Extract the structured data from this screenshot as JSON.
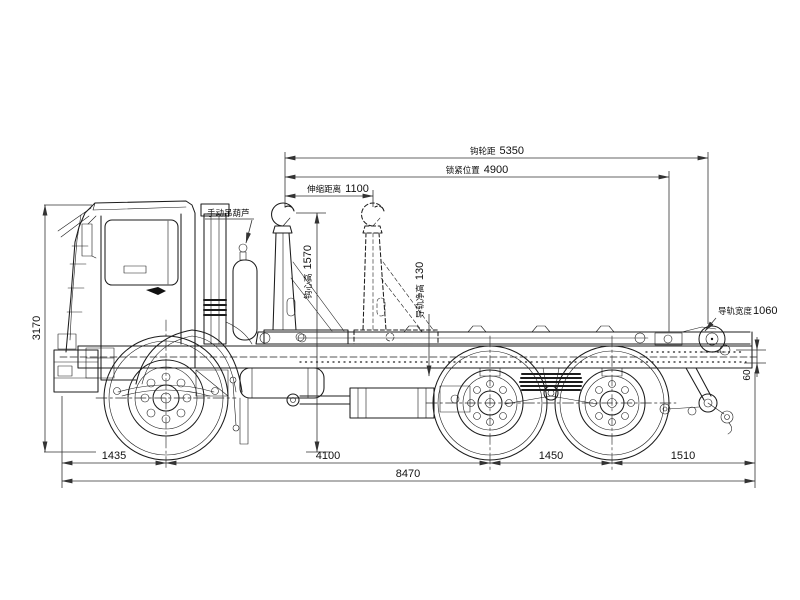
{
  "colors": {
    "line": "#1c1c1c",
    "dimension": "#333333",
    "background": "#ffffff"
  },
  "dims": {
    "hook_roller_distance": {
      "label": "钩轮距",
      "value": "5350"
    },
    "lock_position": {
      "label": "锁紧位置",
      "value": "4900"
    },
    "telescope_distance": {
      "label": "伸缩距离",
      "value": "1100"
    },
    "overall_height": {
      "value": "3170"
    },
    "hook_center_height": {
      "label": "钩心高",
      "value": "1570"
    },
    "rail_clear_height": {
      "label": "导轨净高",
      "value": "130"
    },
    "rail_width": {
      "label": "导轨宽度",
      "value": "1060"
    },
    "rail_step_height": {
      "value": "60"
    },
    "front_overhang": {
      "value": "1435"
    },
    "wheelbase_front": {
      "value": "4100"
    },
    "wheelbase_rear": {
      "value": "1450"
    },
    "rear_overhang": {
      "value": "1510"
    },
    "overall_length": {
      "value": "8470"
    }
  },
  "callouts": {
    "manual_hoist": {
      "label": "手动吊葫芦"
    }
  }
}
